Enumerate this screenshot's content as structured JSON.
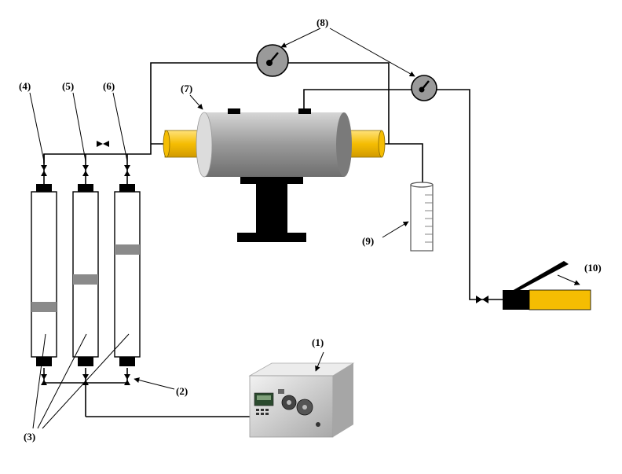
{
  "labels": {
    "pump": "(1)",
    "valve": "(2)",
    "cylinders": "(3)",
    "cyl4": "(4)",
    "cyl5": "(5)",
    "cyl6": "(6)",
    "core_holder": "(7)",
    "gauges": "(8)",
    "cylinder_graduated": "(9)",
    "hand_pump": "(10)"
  },
  "colors": {
    "line": "#000000",
    "core_holder_body": "#8c8c8c",
    "core_plug": "#f5bd02",
    "gauge": "#9a9a9a",
    "cylinder_body": "#ffffff",
    "piston": "#8a8a8a",
    "pump_body": "#d8d8d8"
  },
  "icons": {
    "pump": "hplc-pump-icon",
    "gauge": "pressure-gauge-icon",
    "valve": "valve-icon",
    "hand_pump": "hand-pump-icon",
    "graduated_cylinder": "graduated-cylinder-icon"
  }
}
